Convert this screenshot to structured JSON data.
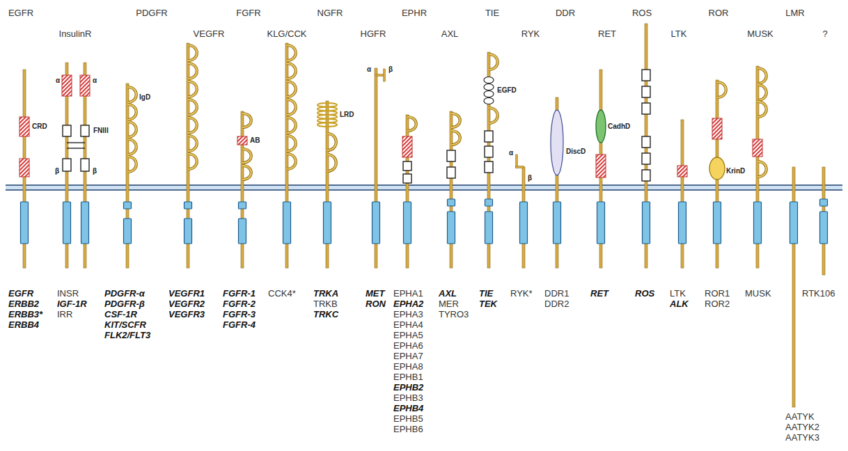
{
  "diagram": {
    "labels": [
      "EGFR",
      "InsulinR",
      "PDGFR",
      "VEGFR",
      "FGFR",
      "KLG/CCK",
      "NGFR",
      "HGFR",
      "EPHR",
      "AXL",
      "TIE",
      "RYK",
      "DDR",
      "RET",
      "ROS",
      "LTK",
      "ROR",
      "MUSK",
      "LMR",
      "?",
      "CRD",
      "α",
      "α",
      "FNIII",
      "β",
      "β",
      "IgD",
      "AB",
      "LRD",
      "α",
      "β",
      "EGFD",
      "α",
      "β",
      "DiscD",
      "CadhD",
      "KrinD",
      "EGFR",
      "ERBB2",
      "ERBB3*",
      "ERBB4",
      "INSR",
      "IGF-1R",
      "IRR",
      "PDGFR-α",
      "PDGFR-β",
      "CSF-1R",
      "KIT/SCFR",
      "FLK2/FLT3",
      "VEGFR1",
      "VEGFR2",
      "VEGFR3",
      "FGFR-1",
      "FGFR-2",
      "FGFR-3",
      "FGFR-4",
      "CCK4*",
      "TRKA",
      "TRKB",
      "TRKC",
      "MET",
      "RON",
      "EPHA1",
      "EPHA2",
      "EPHA3",
      "EPHA4",
      "EPHA5",
      "EPHA6",
      "EPHA7",
      "EPHA8",
      "EPHB1",
      "EPHB2",
      "EPHB3",
      "EPHB4",
      "EPHB5",
      "EPHB6",
      "AXL",
      "MER",
      "TYRO3",
      "TIE",
      "TEK",
      "RYK*",
      "DDR1",
      "DDR2",
      "RET",
      "ROS",
      "LTK",
      "ALK",
      "ROR1",
      "ROR2",
      "MUSK",
      "AATYK",
      "AATYK2",
      "AATYK3",
      "RTK106"
    ]
  }
}
